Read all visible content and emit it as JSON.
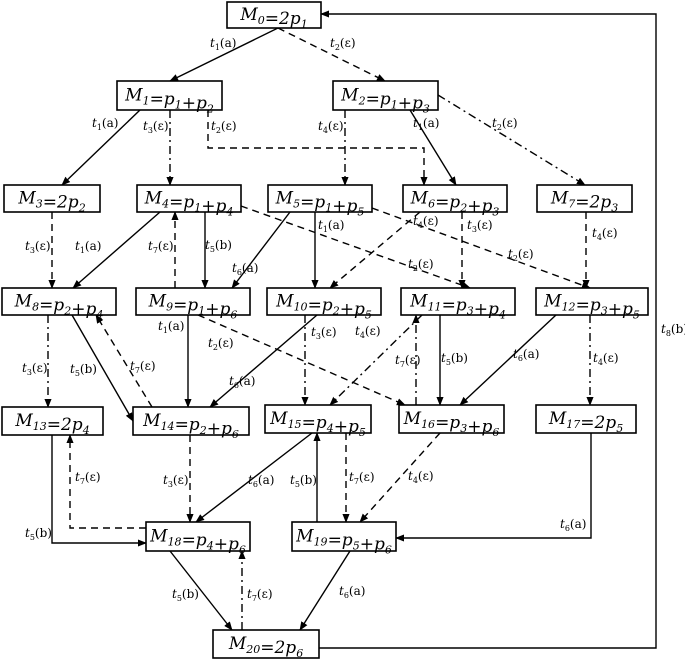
{
  "markings": [
    {
      "id": "M0",
      "label": "M",
      "sub": "0",
      "expr": [
        [
          "=2p",
          "1"
        ]
      ]
    },
    {
      "id": "M1",
      "label": "M",
      "sub": "1",
      "expr": [
        [
          "=p",
          "1"
        ],
        [
          "+p",
          "2"
        ]
      ]
    },
    {
      "id": "M2",
      "label": "M",
      "sub": "2",
      "expr": [
        [
          "=p",
          "1"
        ],
        [
          "+p",
          "3"
        ]
      ]
    },
    {
      "id": "M3",
      "label": "M",
      "sub": "3",
      "expr": [
        [
          "=2p",
          "2"
        ]
      ]
    },
    {
      "id": "M4",
      "label": "M",
      "sub": "4",
      "expr": [
        [
          "=p",
          "1"
        ],
        [
          "+p",
          "4"
        ]
      ]
    },
    {
      "id": "M5",
      "label": "M",
      "sub": "5",
      "expr": [
        [
          "=p",
          "1"
        ],
        [
          "+p",
          "5"
        ]
      ]
    },
    {
      "id": "M6",
      "label": "M",
      "sub": "6",
      "expr": [
        [
          "=p",
          "2"
        ],
        [
          "+p",
          "3"
        ]
      ]
    },
    {
      "id": "M7",
      "label": "M",
      "sub": "7",
      "expr": [
        [
          "=2p",
          "3"
        ]
      ]
    },
    {
      "id": "M8",
      "label": "M",
      "sub": "8",
      "expr": [
        [
          "=p",
          "2"
        ],
        [
          "+p",
          "4"
        ]
      ]
    },
    {
      "id": "M9",
      "label": "M",
      "sub": "9",
      "expr": [
        [
          "=p",
          "1"
        ],
        [
          "+p",
          "6"
        ]
      ]
    },
    {
      "id": "M10",
      "label": "M",
      "sub": "10",
      "expr": [
        [
          "=p",
          "2"
        ],
        [
          "+p",
          "5"
        ]
      ]
    },
    {
      "id": "M11",
      "label": "M",
      "sub": "11",
      "expr": [
        [
          "=p",
          "3"
        ],
        [
          "+p",
          "4"
        ]
      ]
    },
    {
      "id": "M12",
      "label": "M",
      "sub": "12",
      "expr": [
        [
          "=p",
          "3"
        ],
        [
          "+p",
          "5"
        ]
      ]
    },
    {
      "id": "M13",
      "label": "M",
      "sub": "13",
      "expr": [
        [
          "=2p",
          "4"
        ]
      ]
    },
    {
      "id": "M14",
      "label": "M",
      "sub": "14",
      "expr": [
        [
          "=p",
          "2"
        ],
        [
          "+p",
          "6"
        ]
      ]
    },
    {
      "id": "M15",
      "label": "M",
      "sub": "15",
      "expr": [
        [
          "=p",
          "4"
        ],
        [
          "+p",
          "5"
        ]
      ]
    },
    {
      "id": "M16",
      "label": "M",
      "sub": "16",
      "expr": [
        [
          "=p",
          "3"
        ],
        [
          "+p",
          "6"
        ]
      ]
    },
    {
      "id": "M17",
      "label": "M",
      "sub": "17",
      "expr": [
        [
          "=2p",
          "5"
        ]
      ]
    },
    {
      "id": "M18",
      "label": "M",
      "sub": "18",
      "expr": [
        [
          "=p",
          "4"
        ],
        [
          "+p",
          "6"
        ]
      ]
    },
    {
      "id": "M19",
      "label": "M",
      "sub": "19",
      "expr": [
        [
          "=p",
          "5"
        ],
        [
          "+p",
          "6"
        ]
      ]
    },
    {
      "id": "M20",
      "label": "M",
      "sub": "20",
      "expr": [
        [
          "=2p",
          "6"
        ]
      ]
    }
  ],
  "transitions": [
    {
      "from": "M0",
      "to": "M1",
      "t": "1",
      "ev": "(a)",
      "style": "solid"
    },
    {
      "from": "M0",
      "to": "M2",
      "t": "2",
      "ev": "(ε)",
      "style": "dashed"
    },
    {
      "from": "M1",
      "to": "M3",
      "t": "1",
      "ev": "(a)",
      "style": "solid"
    },
    {
      "from": "M1",
      "to": "M4",
      "t": "3",
      "ev": "(ε)",
      "style": "dashdot"
    },
    {
      "from": "M1",
      "to": "M6",
      "t": "2",
      "ev": "(ε)",
      "style": "dashed"
    },
    {
      "from": "M2",
      "to": "M5",
      "t": "4",
      "ev": "(ε)",
      "style": "dashdot"
    },
    {
      "from": "M2",
      "to": "M6",
      "t": "1",
      "ev": "(a)",
      "style": "solid"
    },
    {
      "from": "M2",
      "to": "M7",
      "t": "2",
      "ev": "(ε)",
      "style": "dashdot"
    },
    {
      "from": "M3",
      "to": "M8",
      "t": "3",
      "ev": "(ε)",
      "style": "dashed"
    },
    {
      "from": "M4",
      "to": "M8",
      "t": "1",
      "ev": "(a)",
      "style": "solid"
    },
    {
      "from": "M9",
      "to": "M4",
      "t": "7",
      "ev": "(ε)",
      "style": "dashed"
    },
    {
      "from": "M4",
      "to": "M9",
      "t": "5",
      "ev": "(b)",
      "style": "solid"
    },
    {
      "from": "M4",
      "to": "M11",
      "t": "2",
      "ev": "(ε)",
      "style": "dashed"
    },
    {
      "from": "M5",
      "to": "M9",
      "t": "6",
      "ev": "(a)",
      "style": "solid"
    },
    {
      "from": "M5",
      "to": "M10",
      "t": "1",
      "ev": "(a)",
      "style": "solid"
    },
    {
      "from": "M5",
      "to": "M12",
      "t": "2",
      "ev": "(ε)",
      "style": "dashed"
    },
    {
      "from": "M6",
      "to": "M10",
      "t": "4",
      "ev": "(ε)",
      "style": "dashed"
    },
    {
      "from": "M6",
      "to": "M11",
      "t": "3",
      "ev": "(ε)",
      "style": "dashed"
    },
    {
      "from": "M7",
      "to": "M12",
      "t": "4",
      "ev": "(ε)",
      "style": "dashed"
    },
    {
      "from": "M8",
      "to": "M13",
      "t": "3",
      "ev": "(ε)",
      "style": "dashdot"
    },
    {
      "from": "M8",
      "to": "M14",
      "t": "5",
      "ev": "(b)",
      "style": "solid"
    },
    {
      "from": "M14",
      "to": "M8",
      "t": "7",
      "ev": "(ε)",
      "style": "dashed"
    },
    {
      "from": "M9",
      "to": "M14",
      "t": "1",
      "ev": "(a)",
      "style": "solid"
    },
    {
      "from": "M9",
      "to": "M16",
      "t": "2",
      "ev": "(ε)",
      "style": "dashed"
    },
    {
      "from": "M10",
      "to": "M14",
      "t": "6",
      "ev": "(a)",
      "style": "solid"
    },
    {
      "from": "M10",
      "to": "M15",
      "t": "3",
      "ev": "(ε)",
      "style": "dashdot"
    },
    {
      "from": "M11",
      "to": "M15",
      "t": "4",
      "ev": "(ε)",
      "style": "dashdot"
    },
    {
      "from": "M11",
      "to": "M16",
      "t": "5",
      "ev": "(b)",
      "style": "solid"
    },
    {
      "from": "M16",
      "to": "M11",
      "t": "7",
      "ev": "(ε)",
      "style": "dashdot"
    },
    {
      "from": "M12",
      "to": "M16",
      "t": "6",
      "ev": "(a)",
      "style": "solid"
    },
    {
      "from": "M12",
      "to": "M17",
      "t": "4",
      "ev": "(ε)",
      "style": "dashdot"
    },
    {
      "from": "M13",
      "to": "M18",
      "t": "5",
      "ev": "(b)",
      "style": "solid"
    },
    {
      "from": "M18",
      "to": "M13",
      "t": "7",
      "ev": "(ε)",
      "style": "dashed"
    },
    {
      "from": "M14",
      "to": "M18",
      "t": "3",
      "ev": "(ε)",
      "style": "dashed"
    },
    {
      "from": "M15",
      "to": "M18",
      "t": "6",
      "ev": "(a)",
      "style": "solid"
    },
    {
      "from": "M15",
      "to": "M19",
      "t": "7",
      "ev": "(ε)",
      "style": "dashed"
    },
    {
      "from": "M19",
      "to": "M15",
      "t": "5",
      "ev": "(b)",
      "style": "solid"
    },
    {
      "from": "M16",
      "to": "M19",
      "t": "4",
      "ev": "(ε)",
      "style": "dashed"
    },
    {
      "from": "M17",
      "to": "M19",
      "t": "6",
      "ev": "(a)",
      "style": "solid"
    },
    {
      "from": "M18",
      "to": "M20",
      "t": "5",
      "ev": "(b)",
      "style": "solid"
    },
    {
      "from": "M20",
      "to": "M18",
      "t": "7",
      "ev": "(ε)",
      "style": "dashdot"
    },
    {
      "from": "M19",
      "to": "M20",
      "t": "6",
      "ev": "(a)",
      "style": "solid"
    },
    {
      "from": "M20",
      "to": "M0",
      "t": "8",
      "ev": "(b)",
      "style": "solid"
    }
  ]
}
